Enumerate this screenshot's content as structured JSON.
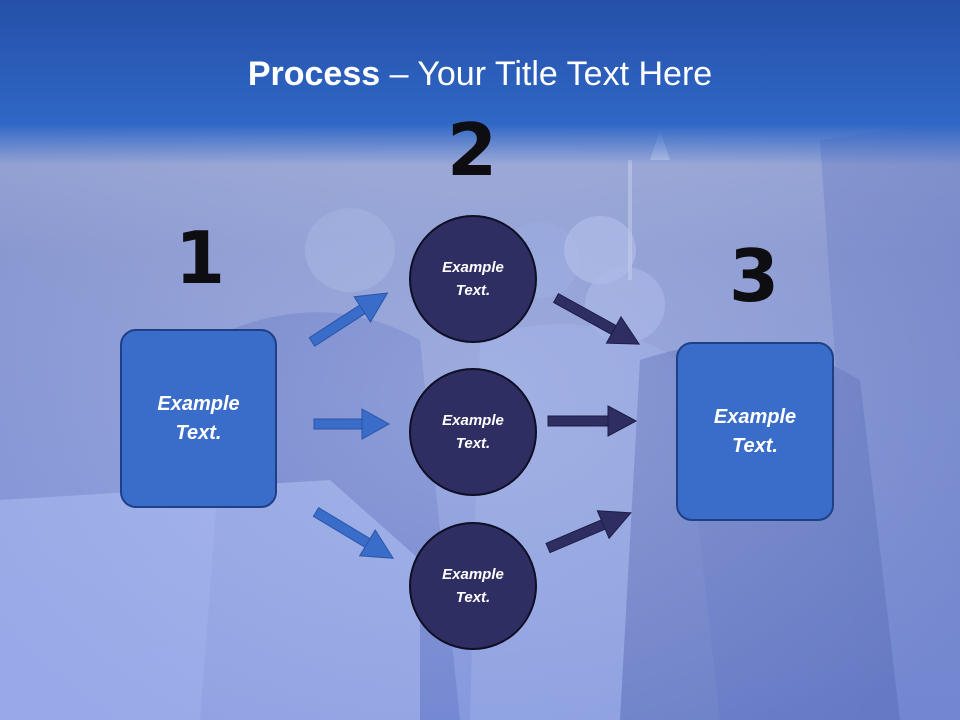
{
  "title": {
    "bold": "Process",
    "rest": " – Your Title Text Here"
  },
  "steps": [
    "1",
    "2",
    "3"
  ],
  "left_box": {
    "line1": "Example",
    "line2": "Text."
  },
  "circles": [
    {
      "line1": "Example",
      "line2": "Text."
    },
    {
      "line1": "Example",
      "line2": "Text."
    },
    {
      "line1": "Example",
      "line2": "Text."
    }
  ],
  "right_box": {
    "line1": "Example",
    "line2": "Text."
  },
  "colors": {
    "header": "#2f62c0",
    "box_fill": "#3a6cc9",
    "circle_fill": "#2e2e63",
    "arrow_light": "#3a6cc9",
    "arrow_dark": "#2e2e63"
  }
}
